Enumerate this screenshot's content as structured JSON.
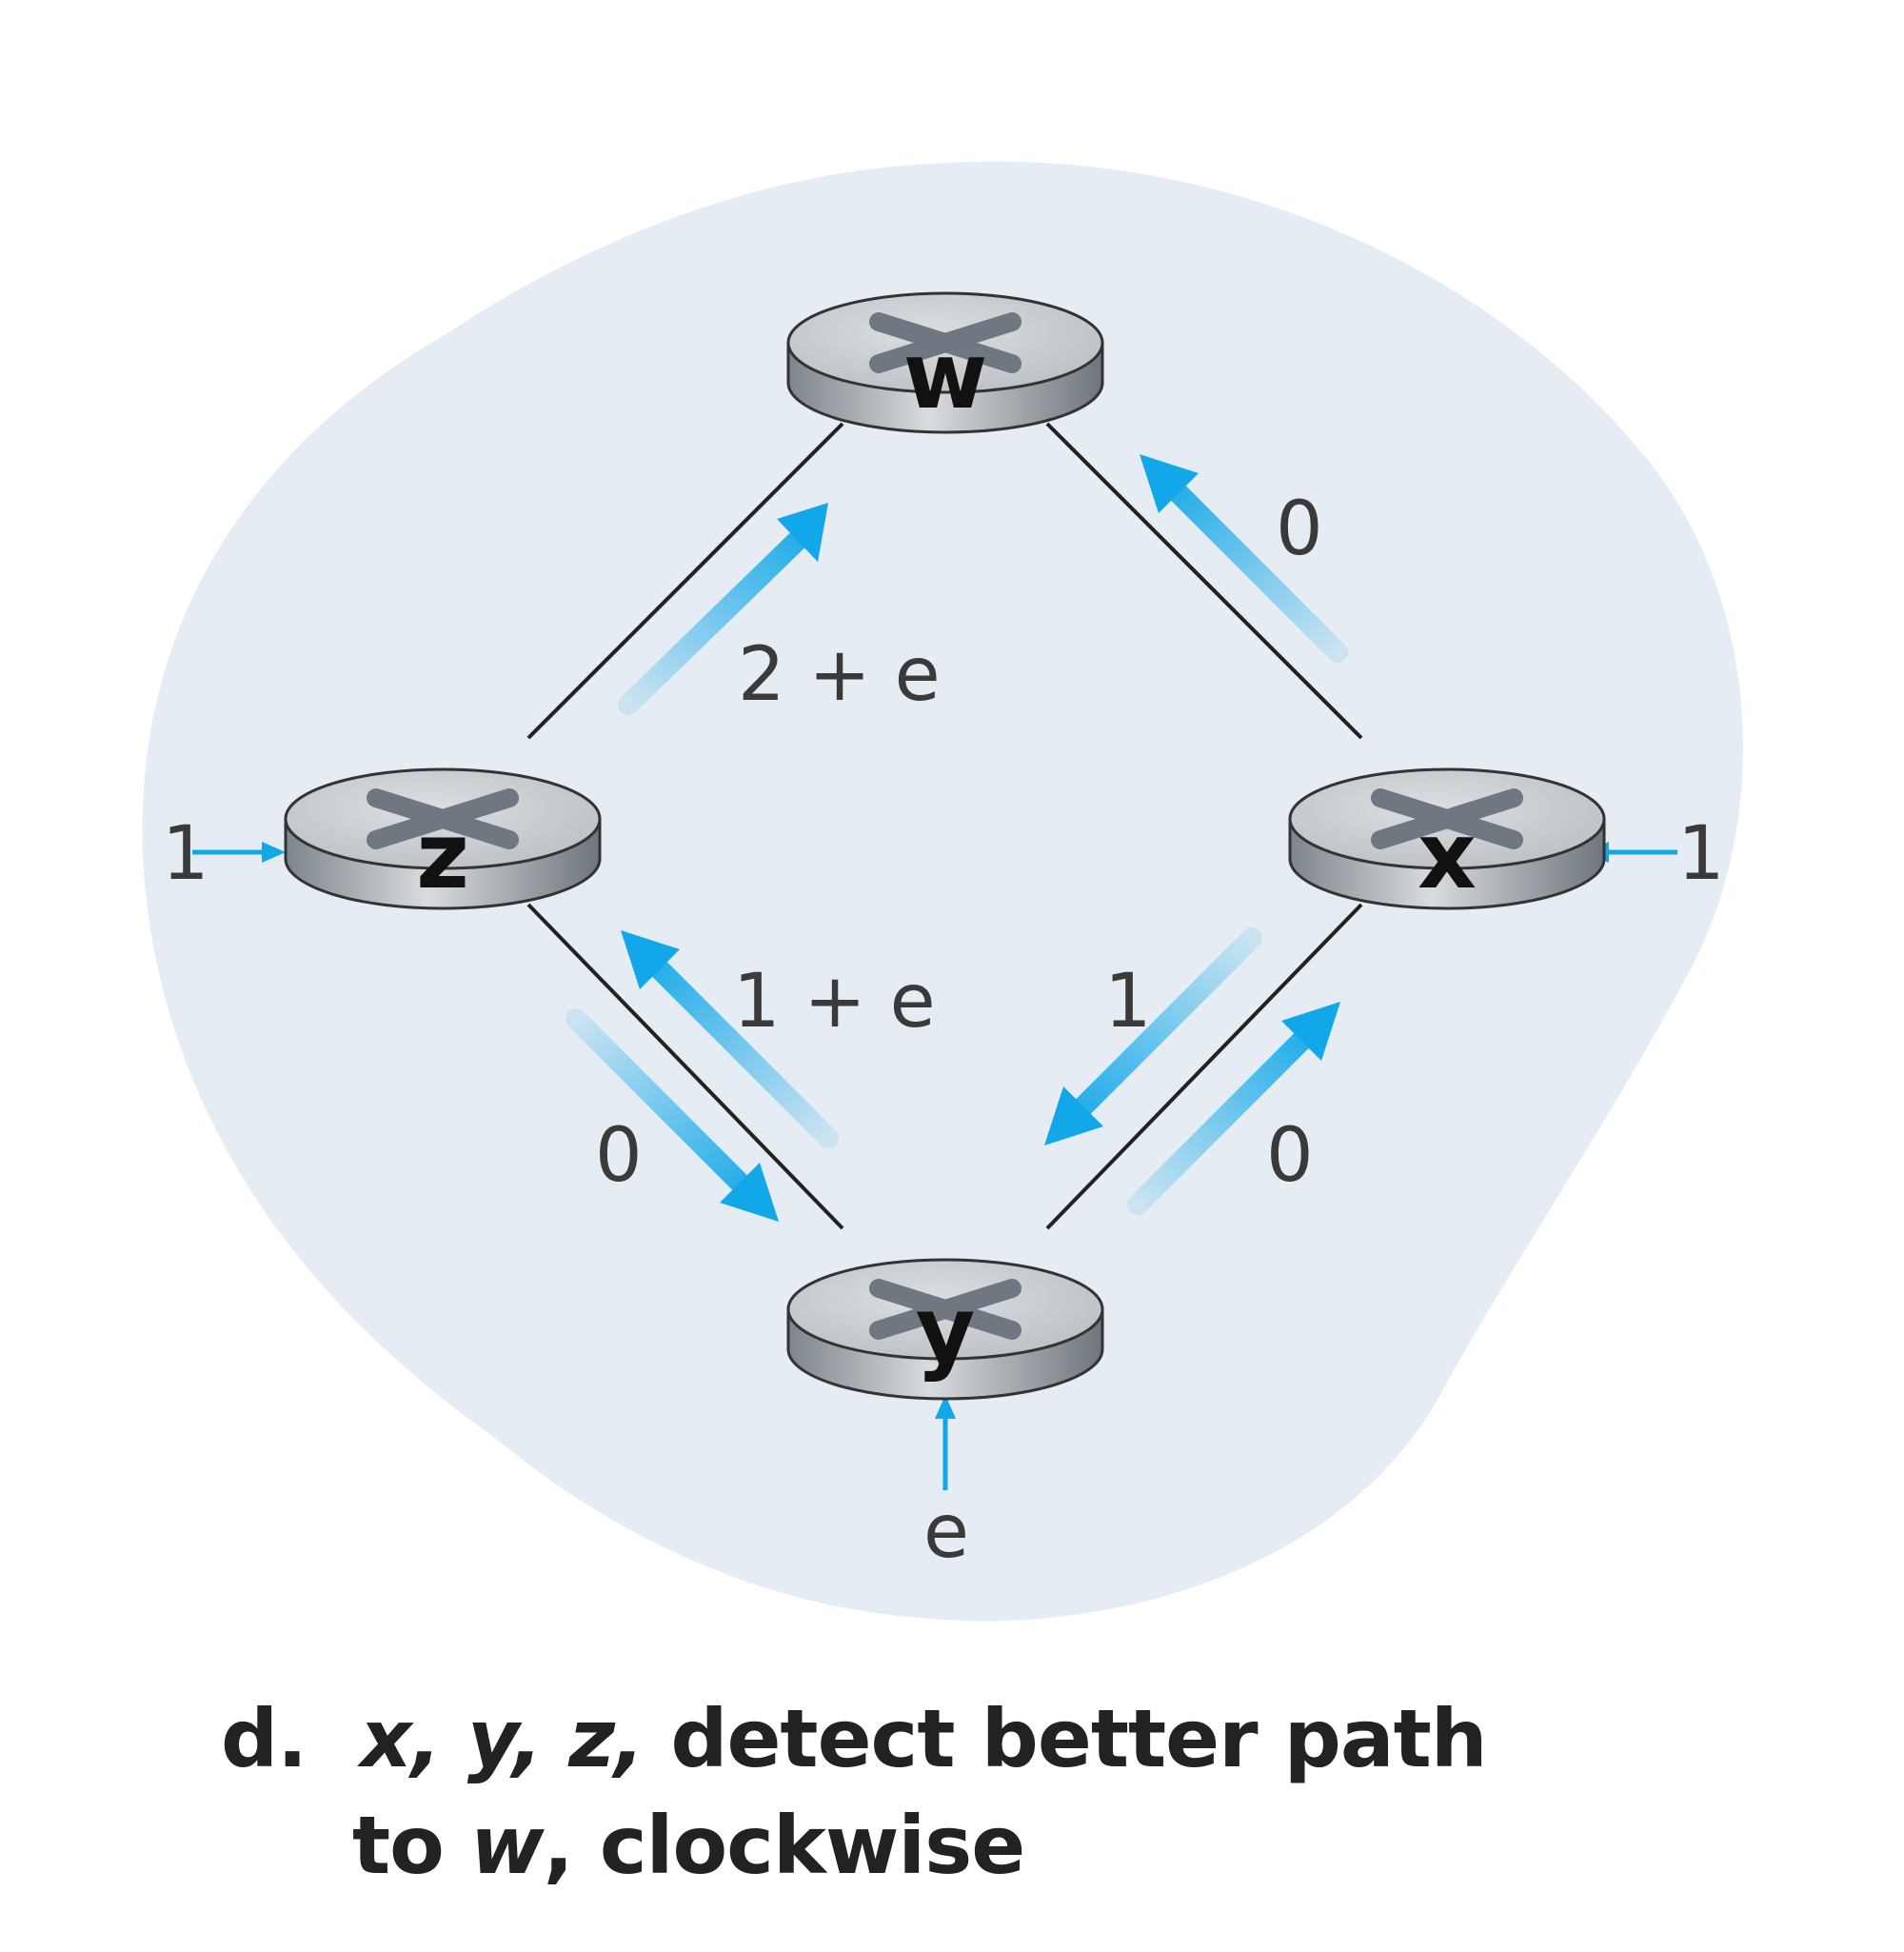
{
  "diagram": {
    "colors": {
      "background_blob": "#e5ecf3",
      "link": "#222222",
      "flow_arrow": "#12a7e8",
      "router_body": "#c9cdd2",
      "router_cross": "#6f7780"
    },
    "nodes": [
      {
        "id": "w",
        "label": "w"
      },
      {
        "id": "z",
        "label": "z"
      },
      {
        "id": "x",
        "label": "x"
      },
      {
        "id": "y",
        "label": "y"
      }
    ],
    "links": [
      {
        "from": "z",
        "to": "w"
      },
      {
        "from": "w",
        "to": "x"
      },
      {
        "from": "z",
        "to": "y"
      },
      {
        "from": "y",
        "to": "x"
      }
    ],
    "flow_labels": {
      "z_to_w": "2 + e",
      "x_to_w": "0",
      "y_to_z": "1 + e",
      "z_to_y": "0",
      "x_to_y": "1",
      "y_to_x": "0"
    },
    "inputs": {
      "z": "1",
      "x": "1",
      "y": "e"
    }
  },
  "caption": {
    "letter": "d.",
    "nodes_text": "x, y, z,",
    "line1_rest": " detect better path",
    "line2_prefix": "to ",
    "line2_node": "w",
    "line2_rest": ", clockwise"
  }
}
